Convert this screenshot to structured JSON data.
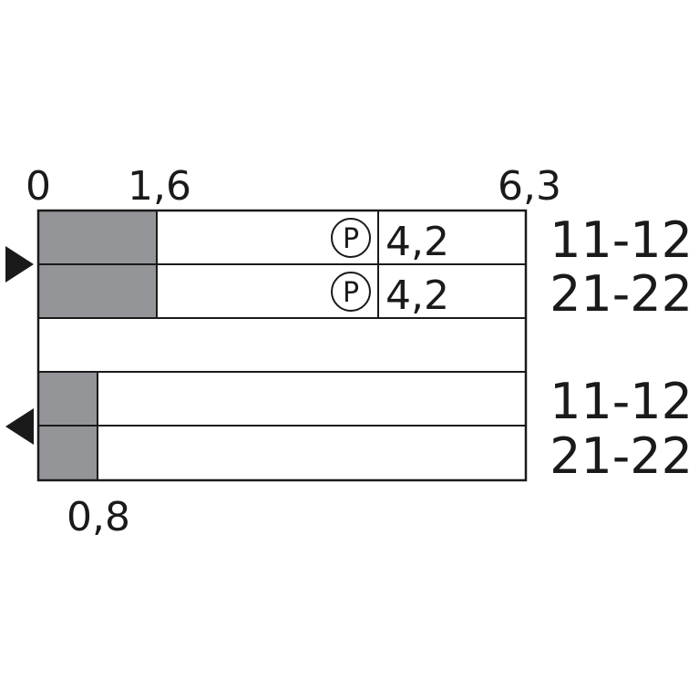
{
  "scale": {
    "top_ticks": [
      {
        "label": "0",
        "value": 0
      },
      {
        "label": "1,6",
        "value": 1.6
      },
      {
        "label": "6,3",
        "value": 6.3
      }
    ],
    "bottom_tick": {
      "label": "0,8",
      "value": 0.8
    },
    "max": 6.3
  },
  "forward": {
    "direction_icon": "arrow-right-icon",
    "rows": [
      {
        "contact": "11-12",
        "open_until": 1.6,
        "p_marker": "P",
        "p_value": "4,2"
      },
      {
        "contact": "21-22",
        "open_until": 1.6,
        "p_marker": "P",
        "p_value": "4,2"
      }
    ]
  },
  "reverse": {
    "direction_icon": "arrow-left-icon",
    "rows": [
      {
        "contact": "11-12",
        "open_until": 0.8
      },
      {
        "contact": "21-22",
        "open_until": 0.8
      }
    ]
  },
  "colors": {
    "stroke": "#1a1a1a",
    "fill_open": "#939598",
    "background": "#ffffff"
  }
}
